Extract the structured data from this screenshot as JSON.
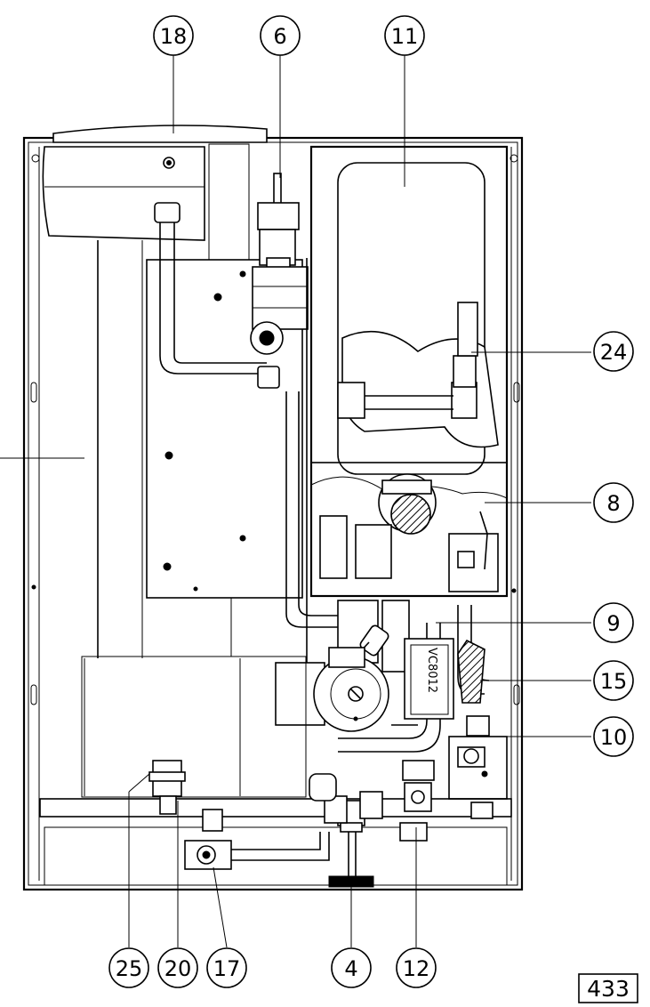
{
  "figure_number": "433",
  "callouts": {
    "c18": "18",
    "c6": "6",
    "c11": "11",
    "c24": "24",
    "c8": "8",
    "c9": "9",
    "c15": "15",
    "c10": "10",
    "c25": "25",
    "c20": "20",
    "c17": "17",
    "c4": "4",
    "c12": "12"
  },
  "component_text": {
    "valve_label": "VC8012"
  },
  "colors": {
    "line": "#000000",
    "background": "#ffffff"
  }
}
